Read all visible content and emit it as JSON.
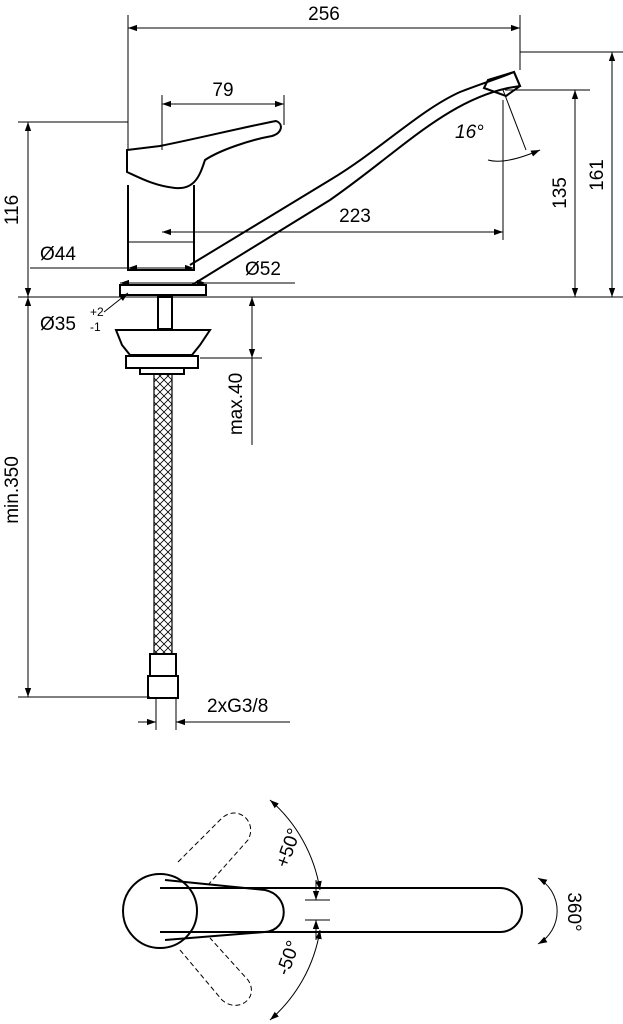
{
  "dimensions": {
    "overall_length": "256",
    "lever_length": "79",
    "spout_reach": "223",
    "body_height": "116",
    "spout_height": "135",
    "total_height": "161",
    "body_diameter": "Ø44",
    "base_diameter": "Ø52",
    "hole_diameter": "Ø35",
    "hole_tol_plus": "+2",
    "hole_tol_minus": "-1",
    "max_deck": "max.40",
    "hose_length": "min.350",
    "connection": "2xG3/8",
    "spout_angle": "16°",
    "lever_plus": "+50°",
    "lever_minus": "-50°",
    "rotation": "360°"
  }
}
